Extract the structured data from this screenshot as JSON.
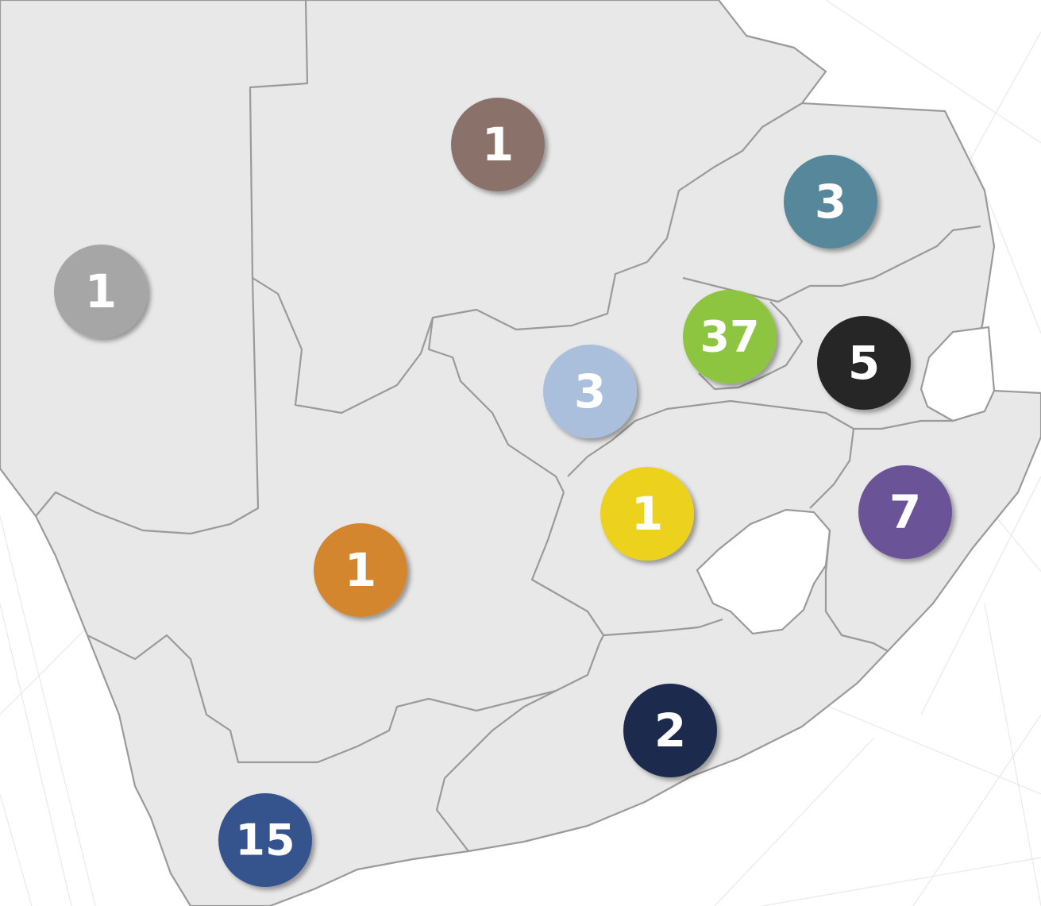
{
  "colors": {
    "land": "#e8e8e8",
    "border": "#9a9a9a",
    "background": "#ffffff"
  },
  "markers": [
    {
      "id": "marker-gray-west",
      "count": "1",
      "color": "#a6a6a6"
    },
    {
      "id": "marker-brown-north",
      "count": "1",
      "color": "#8a7169"
    },
    {
      "id": "marker-teal-limpopo",
      "count": "3",
      "color": "#56879a"
    },
    {
      "id": "marker-lightblue-northwest",
      "count": "3",
      "color": "#aabfdc"
    },
    {
      "id": "marker-green-gauteng",
      "count": "37",
      "color": "#8dc43f"
    },
    {
      "id": "marker-black-mpumalanga",
      "count": "5",
      "color": "#262626"
    },
    {
      "id": "marker-yellow-freestate",
      "count": "1",
      "color": "#ecd21c"
    },
    {
      "id": "marker-purple-kzn",
      "count": "7",
      "color": "#6a5397"
    },
    {
      "id": "marker-orange-northerncape",
      "count": "1",
      "color": "#d3862e"
    },
    {
      "id": "marker-navy-easterncape",
      "count": "2",
      "color": "#1c2a4e"
    },
    {
      "id": "marker-blue-westerncape",
      "count": "15",
      "color": "#35528c"
    }
  ]
}
